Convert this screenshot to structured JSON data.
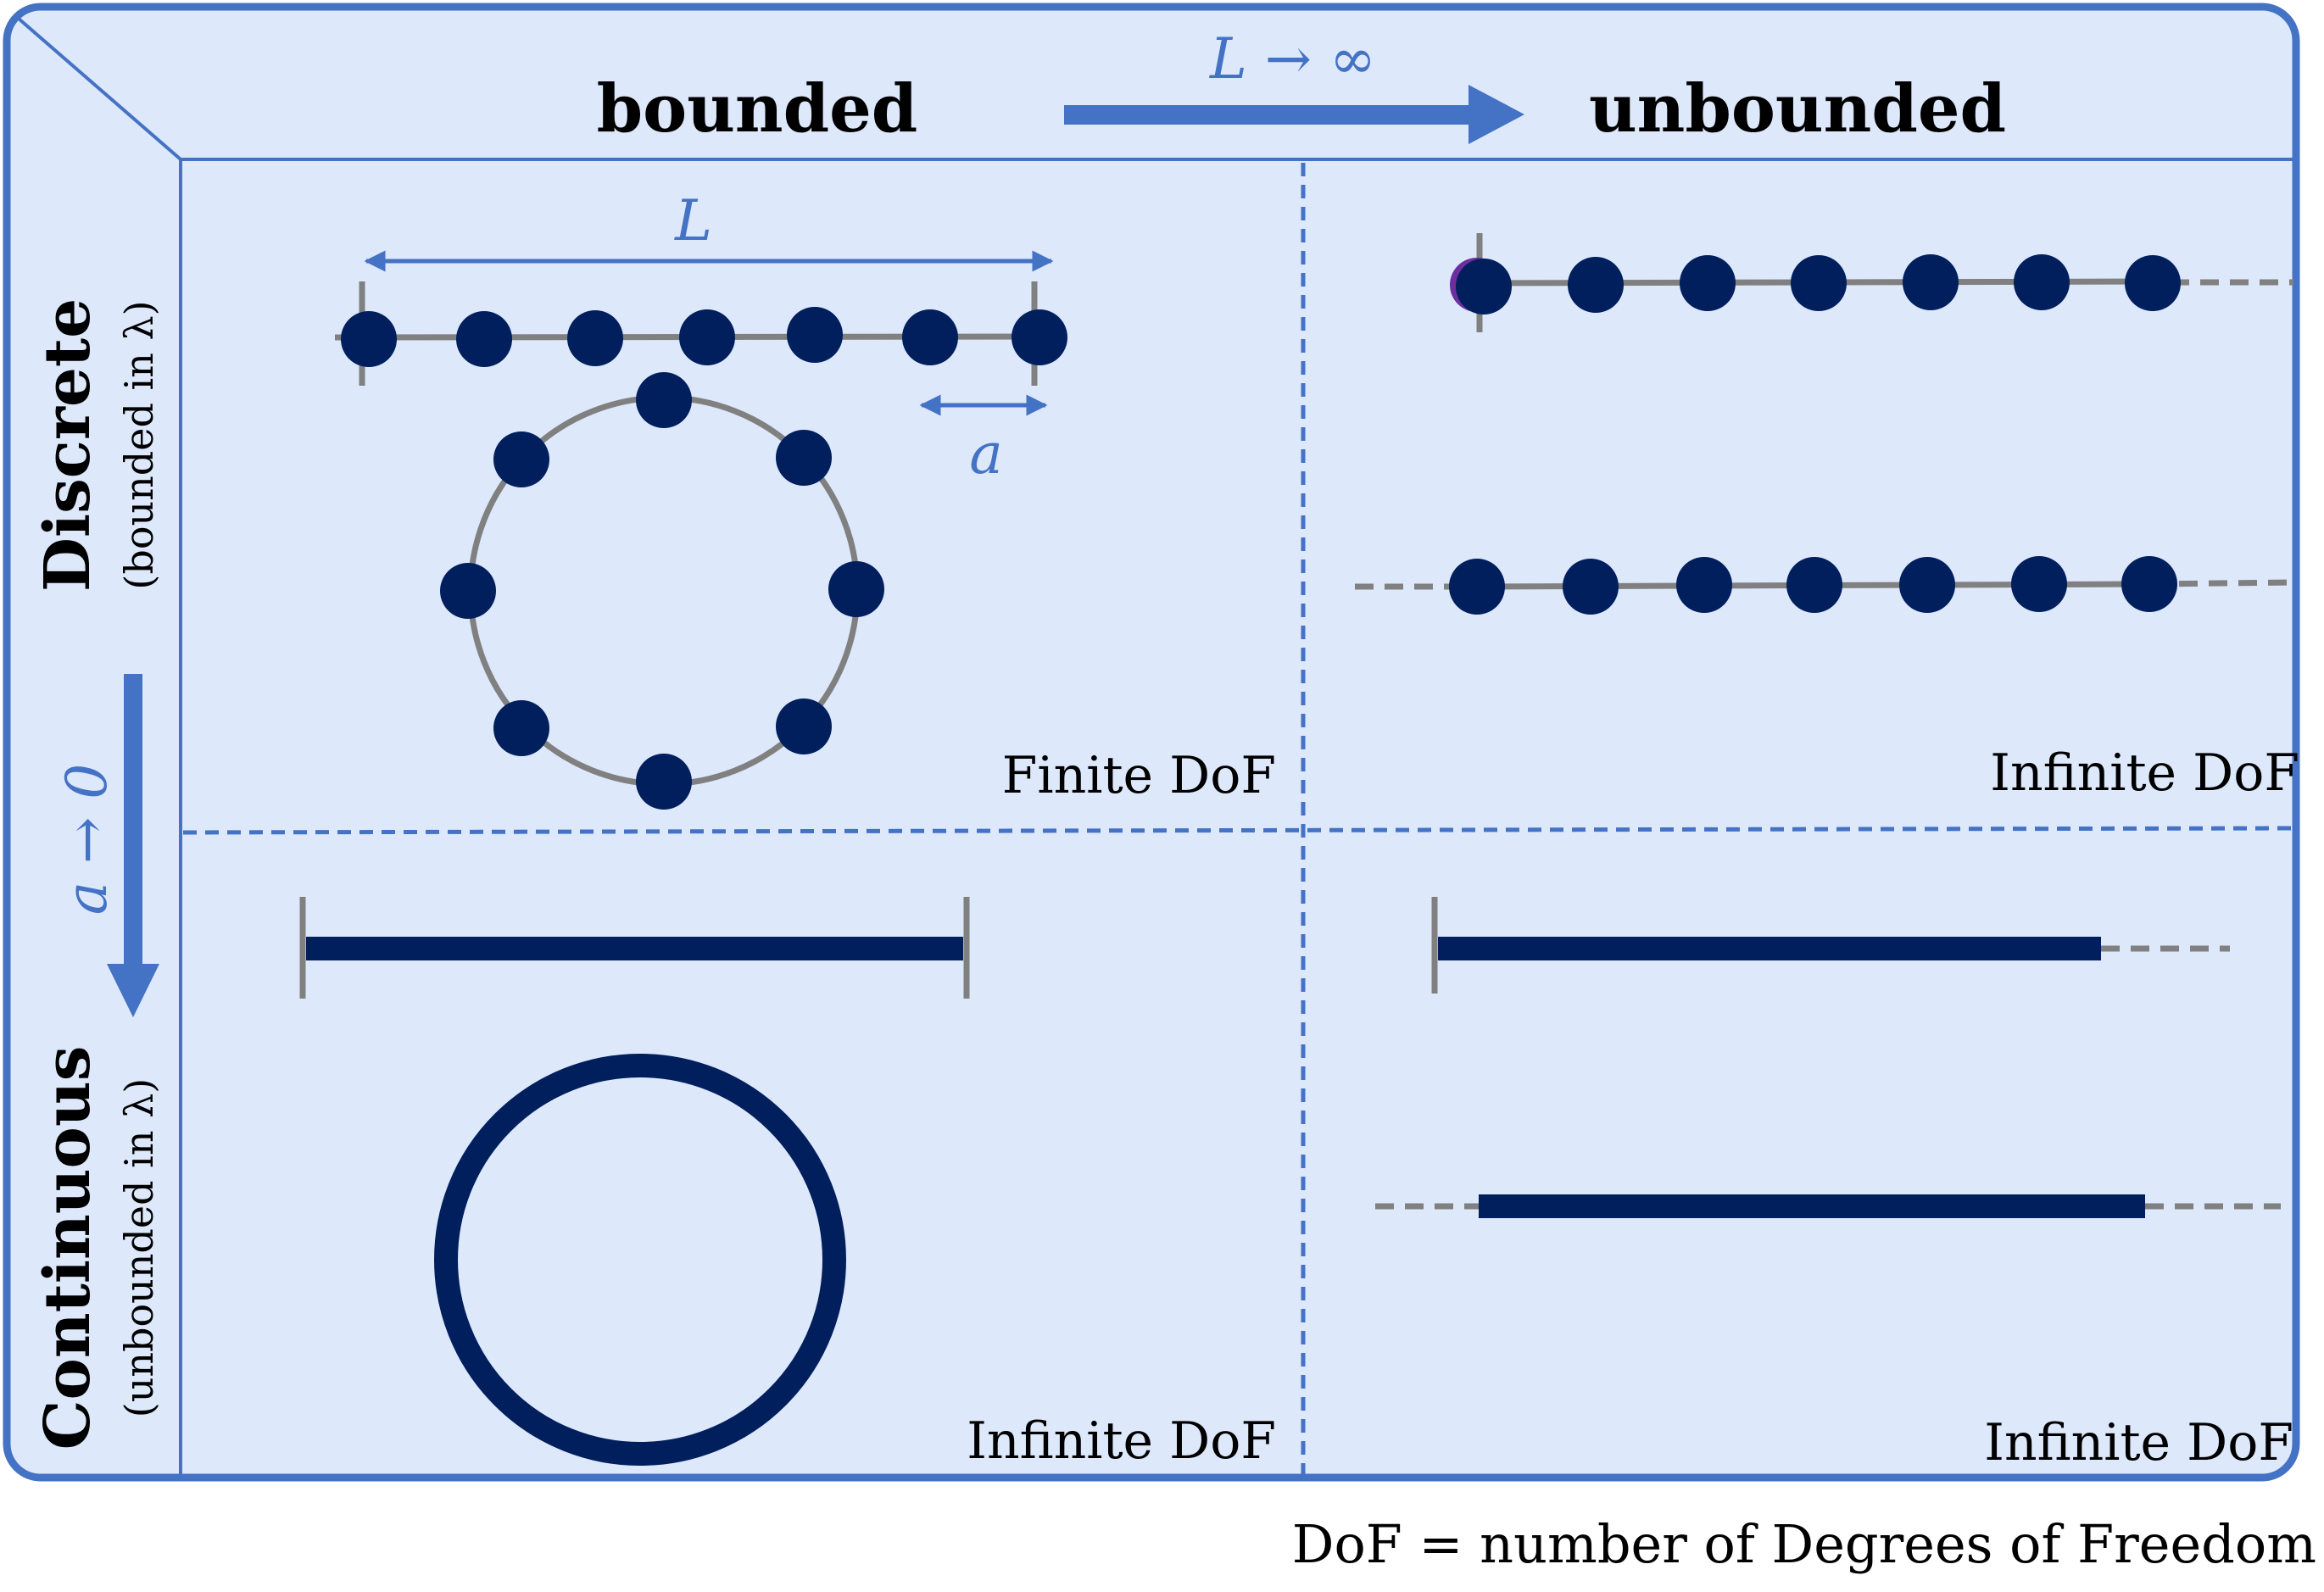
{
  "header": {
    "bounded": "bounded",
    "unbounded": "unbounded",
    "limit_L": "L → ∞"
  },
  "rows": {
    "discrete_label": "Discrete",
    "discrete_sub": "(bounded in λ)",
    "continuous_label": "Continuous",
    "continuous_sub": "(unbounded in λ)",
    "limit_a": "a → 0"
  },
  "annotations": {
    "length_L": "L",
    "spacing_a": "a"
  },
  "quadrants": {
    "discrete_bounded_dof": "Finite DoF",
    "discrete_unbounded_dof": "Infinite DoF",
    "continuous_bounded_dof": "Infinite DoF",
    "continuous_unbounded_dof": "Infinite DoF"
  },
  "footnote": "DoF = number of Degrees of Freedom",
  "colors": {
    "frame": "#4472c4",
    "panel": "#dde8fb",
    "node": "#001f5c",
    "line": "#808080"
  }
}
